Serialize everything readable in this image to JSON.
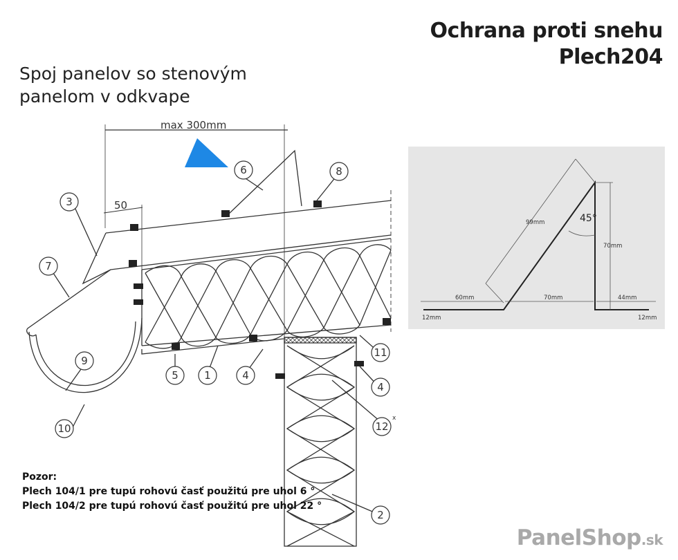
{
  "title": {
    "line1": "Ochrana proti snehu",
    "line2": "Plech204"
  },
  "subtitle": {
    "line1": "Spoj panelov so stenovým",
    "line2": "panelom v odkvape"
  },
  "drawing": {
    "dimension_top": "max 300mm",
    "dimension_small": "50",
    "callouts": [
      "1",
      "2",
      "3",
      "4",
      "4",
      "5",
      "6",
      "7",
      "8",
      "9",
      "10",
      "11",
      "12"
    ],
    "callout_12_mark": "x",
    "colors": {
      "snow_marker": "#1e88e5",
      "lines": "#333333"
    }
  },
  "profile": {
    "angle": "45°",
    "dims": {
      "slope": "99mm",
      "height": "70mm",
      "base_left": "60mm",
      "base_mid": "70mm",
      "base_right": "44mm",
      "hem_left": "12mm",
      "hem_right": "12mm"
    },
    "background": "#e6e6e6"
  },
  "notes": {
    "heading": "Pozor:",
    "line1": "Plech 104/1 pre tupú rohovú časť použitú pre uhol 6 °",
    "line2": "Plech 104/2 pre tupú rohovú časť použitú pre uhol 22 °"
  },
  "brand": {
    "name": "PanelShop",
    "tld": ".sk"
  }
}
